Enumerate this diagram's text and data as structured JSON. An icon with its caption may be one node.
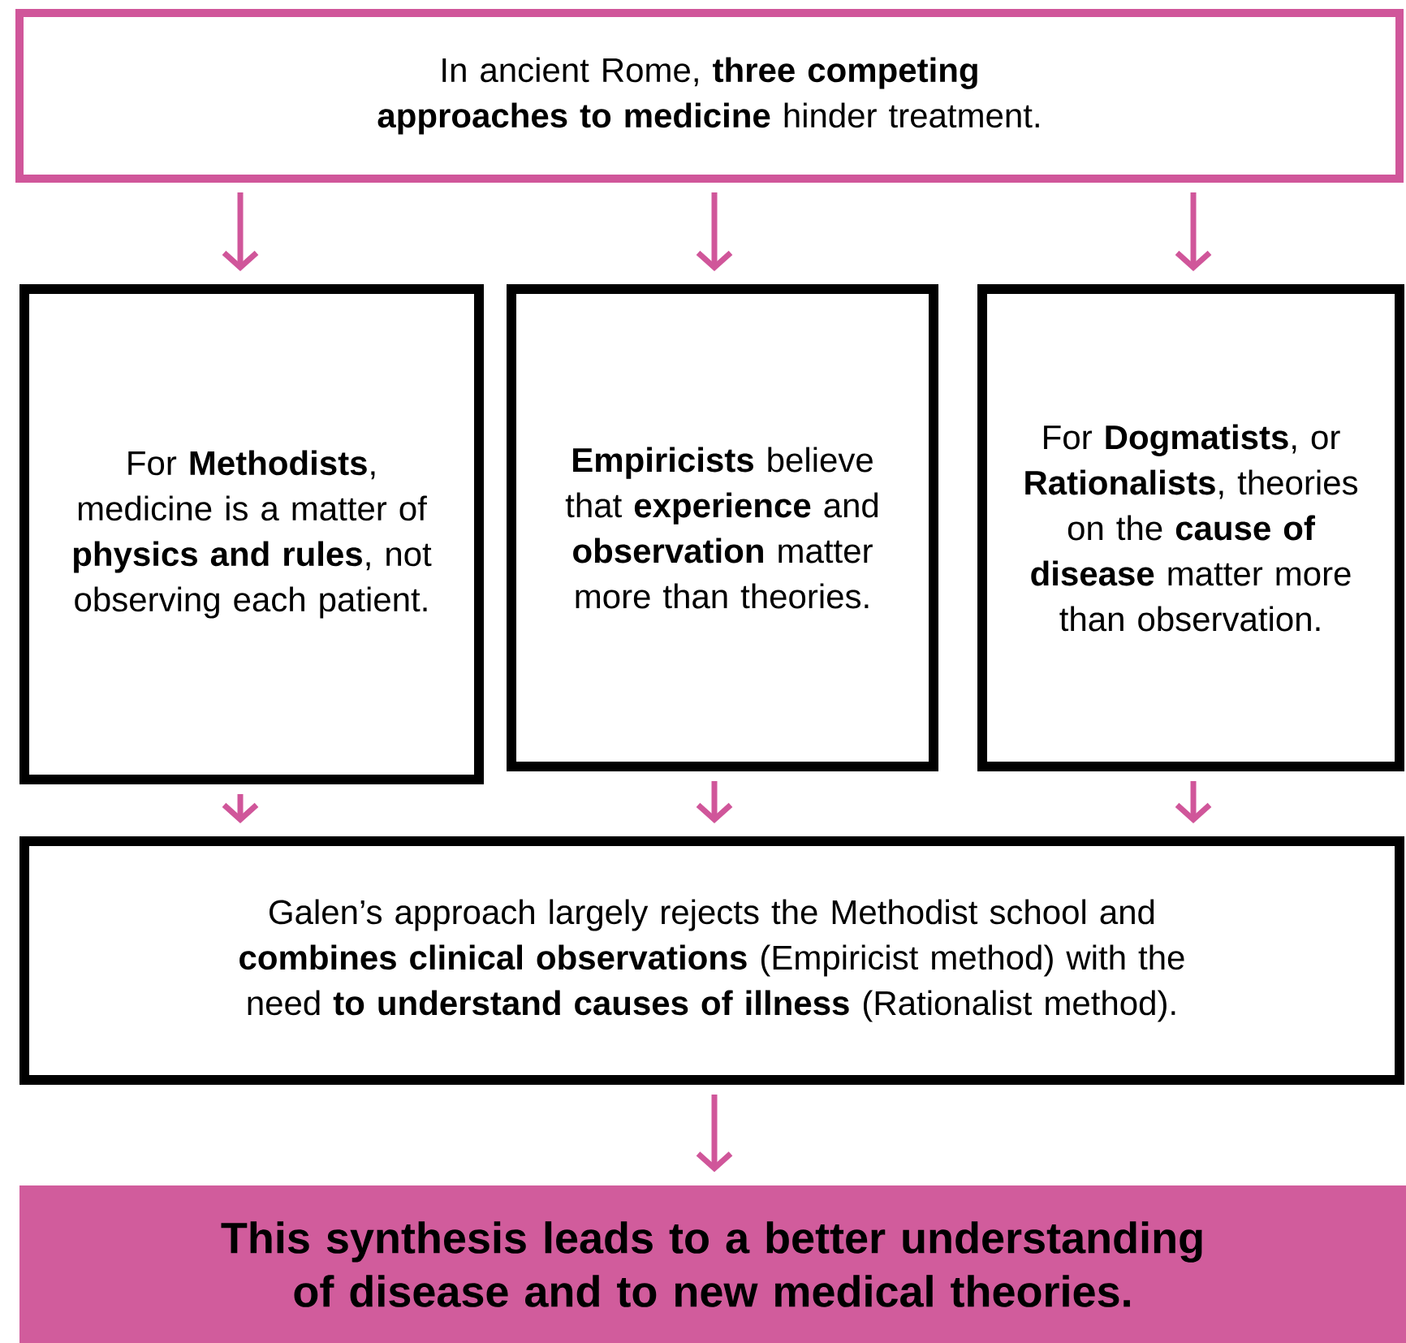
{
  "diagram": {
    "nodes": [
      {
        "text": [
          "In ancient Rome, **three competing approaches to medicine** hinder treatment."
        ]
      },
      {
        "text": [
          "For **Methodists**, medicine is a matter of **physics and rules**, not observing each patient."
        ]
      },
      {
        "text": [
          "**Empiricists** believe that **experience** and **observation** matter more than theories."
        ]
      },
      {
        "text": [
          "For **Dogmatists**, or **Rationalists**, theories on the **cause of disease** matter more than observation."
        ]
      },
      {
        "text": [
          "Galen’s approach largely rejects the Methodist school and **combines clinical observations** (Empiricist method) with the need **to understand causes of illness** (Rationalist method)."
        ]
      },
      {
        "text": [
          "This synthesis leads to a better understanding of disease and to new medical theories."
        ]
      }
    ],
    "edges": [
      {
        "from": 0,
        "to": 1,
        "arrow": "to"
      },
      {
        "from": 0,
        "to": 2,
        "arrow": "to"
      },
      {
        "from": 0,
        "to": 3,
        "arrow": "to"
      },
      {
        "from": 1,
        "to": 4,
        "arrow": "to"
      },
      {
        "from": 2,
        "to": 4,
        "arrow": "to"
      },
      {
        "from": 3,
        "to": 4,
        "arrow": "to"
      },
      {
        "from": 4,
        "to": 5,
        "arrow": "to"
      }
    ]
  }
}
